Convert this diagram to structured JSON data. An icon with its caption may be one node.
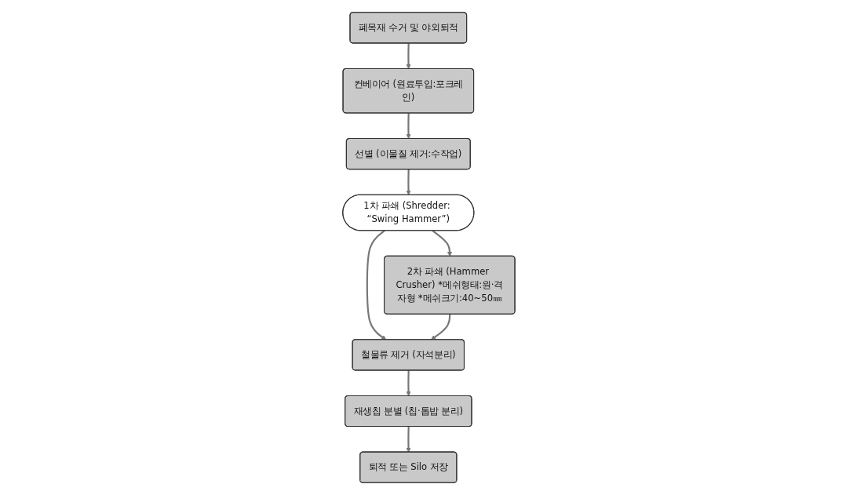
{
  "diagram": {
    "nodes": [
      {
        "text": [
          "폐목재 수거 및 야외퇴적"
        ]
      },
      {
        "text": [
          "컨베이어 (원료투입:포크레인)"
        ]
      },
      {
        "text": [
          "선별 (이물질 제거:수작업)"
        ]
      },
      {
        "text": [
          "1차 파쇄 (Shredder: “Swing Hammer”)"
        ]
      },
      {
        "text": [
          "2차 파쇄 (Hammer Crusher) *메쉬형태:원·격자형 *메쉬크기:40~50㎜"
        ]
      },
      {
        "text": [
          "철물류 제거 (자석분리)"
        ]
      },
      {
        "text": [
          "재생칩 분별 (칩·톱밥 분리)"
        ]
      },
      {
        "text": [
          "퇴적 또는 Silo 저장"
        ]
      }
    ],
    "edges": [
      {
        "from": 0,
        "to": 1,
        "arrow": "to"
      },
      {
        "from": 1,
        "to": 2,
        "arrow": "to"
      },
      {
        "from": 2,
        "to": 3,
        "arrow": "to"
      },
      {
        "from": 3,
        "to": 4,
        "arrow": "to"
      },
      {
        "from": 3,
        "to": 5,
        "arrow": "to"
      },
      {
        "from": 4,
        "to": 5,
        "arrow": "to"
      },
      {
        "from": 5,
        "to": 6,
        "arrow": "to"
      },
      {
        "from": 6,
        "to": 7,
        "arrow": "to"
      }
    ]
  }
}
